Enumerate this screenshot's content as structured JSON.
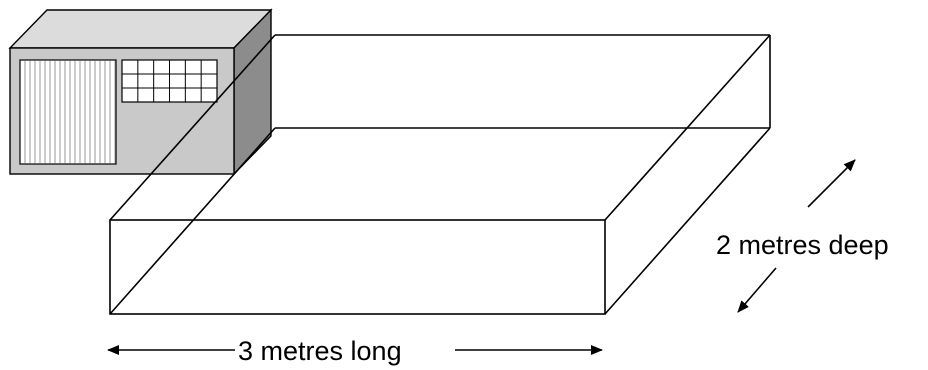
{
  "labels": {
    "length": "3 metres long",
    "depth": "2 metres deep"
  },
  "colors": {
    "line": "#000000",
    "unit_front": "#c9c9c9",
    "unit_top": "#dcdcdc",
    "unit_side": "#8c8c8c",
    "unit_vent": "#ffffff",
    "unit_vent_lines": "#9a9a9a",
    "background": "#ffffff"
  },
  "icons": {
    "device": "air-conditioning-unit-icon",
    "arrow": "double-headed-arrow"
  }
}
